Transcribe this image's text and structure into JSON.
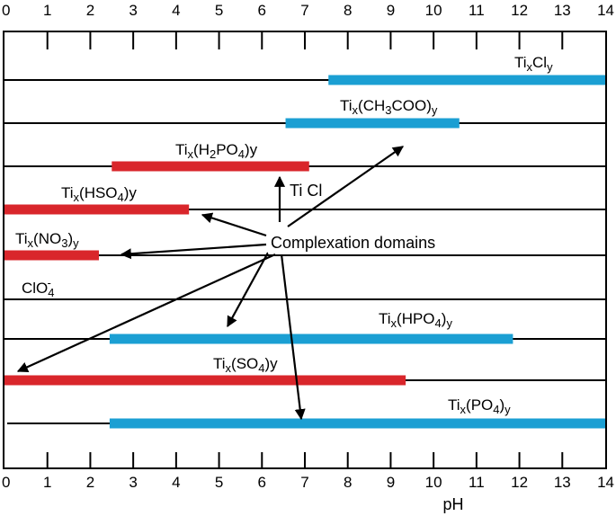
{
  "axis": {
    "title": "pH",
    "ticks": [
      0,
      1,
      2,
      3,
      4,
      5,
      6,
      7,
      8,
      9,
      10,
      11,
      12,
      13,
      14
    ],
    "range": [
      0,
      14
    ]
  },
  "colors": {
    "red": "#d9262b",
    "blue": "#1b9fd3",
    "line": "#000000"
  },
  "center_label": "Complexation domains",
  "annotation": "Ti Cl",
  "rows": [
    {
      "id": "ticl",
      "color": "blue",
      "from": 7.55,
      "to": 14.0,
      "label": [
        {
          "t": "Ti"
        },
        {
          "t": "x",
          "sub": true
        },
        {
          "t": "Cl"
        },
        {
          "t": "y",
          "sub": true
        }
      ]
    },
    {
      "id": "acetate",
      "color": "blue",
      "from": 6.55,
      "to": 10.6,
      "label": [
        {
          "t": "Ti"
        },
        {
          "t": "x",
          "sub": true
        },
        {
          "t": "(CH"
        },
        {
          "t": "3",
          "sub": true
        },
        {
          "t": "COO)"
        },
        {
          "t": "y",
          "sub": true
        }
      ]
    },
    {
      "id": "h2po4",
      "color": "red",
      "from": 2.5,
      "to": 7.1,
      "label": [
        {
          "t": "Ti"
        },
        {
          "t": "x",
          "sub": true
        },
        {
          "t": "(H"
        },
        {
          "t": "2",
          "sub": true
        },
        {
          "t": "PO"
        },
        {
          "t": "4",
          "sub": true
        },
        {
          "t": ")y"
        }
      ]
    },
    {
      "id": "hso4",
      "color": "red",
      "from": 0.0,
      "to": 4.3,
      "label": [
        {
          "t": "Ti"
        },
        {
          "t": "x",
          "sub": true
        },
        {
          "t": "(HSO"
        },
        {
          "t": "4",
          "sub": true
        },
        {
          "t": ")y"
        }
      ]
    },
    {
      "id": "no3",
      "color": "red",
      "from": 0.0,
      "to": 2.2,
      "label": [
        {
          "t": "Ti"
        },
        {
          "t": "x",
          "sub": true
        },
        {
          "t": "(NO"
        },
        {
          "t": "3",
          "sub": true
        },
        {
          "t": ")"
        },
        {
          "t": "y",
          "sub": true
        }
      ]
    },
    {
      "id": "clo4",
      "color": "none",
      "label": [
        {
          "t": "ClO"
        },
        {
          "t": "4",
          "sub": true
        },
        {
          "t": "-",
          "sup": true
        }
      ]
    },
    {
      "id": "hpo4",
      "color": "blue",
      "from": 2.45,
      "to": 11.85,
      "label": [
        {
          "t": "Ti"
        },
        {
          "t": "x",
          "sub": true
        },
        {
          "t": "(HPO"
        },
        {
          "t": "4",
          "sub": true
        },
        {
          "t": ")"
        },
        {
          "t": "y",
          "sub": true
        }
      ]
    },
    {
      "id": "so4",
      "color": "red",
      "from": 0.0,
      "to": 9.35,
      "label": [
        {
          "t": "Ti"
        },
        {
          "t": "x",
          "sub": true
        },
        {
          "t": "(SO"
        },
        {
          "t": "4",
          "sub": true
        },
        {
          "t": ")y"
        }
      ]
    },
    {
      "id": "po4",
      "color": "blue",
      "from": 2.45,
      "to": 14.0,
      "label": [
        {
          "t": "Ti"
        },
        {
          "t": "x",
          "sub": true
        },
        {
          "t": "(PO"
        },
        {
          "t": "4",
          "sub": true
        },
        {
          "t": ")"
        },
        {
          "t": "y",
          "sub": true
        }
      ]
    }
  ]
}
